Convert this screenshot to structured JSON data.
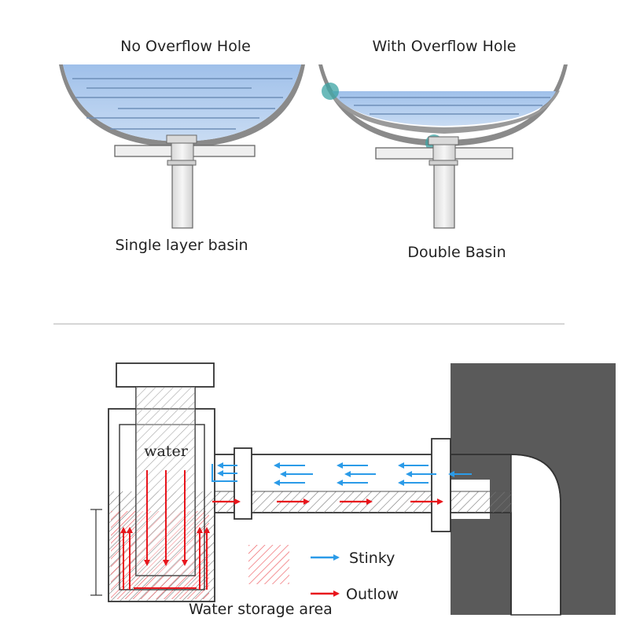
{
  "top": {
    "left": {
      "title": "No Overflow Hole",
      "caption": "Single layer basin"
    },
    "right": {
      "title": "With Overflow Hole",
      "caption": "Double Basin"
    }
  },
  "trap": {
    "pipe_text": "water",
    "storage_label": "Water storage area"
  },
  "legend": {
    "items": [
      {
        "label": "Stinky",
        "color": "#2b9be8"
      },
      {
        "label": "Outlow",
        "color": "#e8151c"
      }
    ],
    "hatch_color": "#e8151c"
  },
  "colors": {
    "water": "#a9c8ee",
    "water_line": "#6f8fb8",
    "bowl_shell": "#8a8a8a",
    "wall": "#5a5a5a",
    "overflow_marker": "#3aa3a3"
  }
}
